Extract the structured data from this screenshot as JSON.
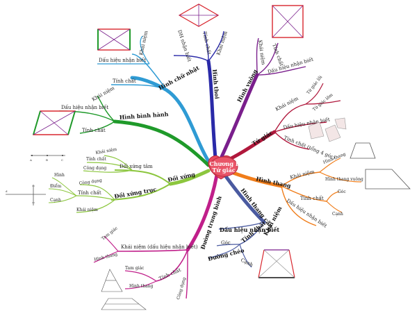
{
  "center": {
    "line1": "Chương I",
    "line2": "Tứ giác"
  },
  "branches": {
    "hinh_chu_nhat": {
      "title": "Hình chữ nhật",
      "khai_niem": "Khái niệm",
      "dau_hieu": "Dấu hiệu nhận biết",
      "tinh_chat": "Tính chất"
    },
    "hinh_thoi": {
      "title": "Hình thoi",
      "dh": "DH nhận biết",
      "tinh_chat": "Tính chất",
      "khai_niem": "Khái niệm"
    },
    "hinh_vuong": {
      "title": "Hình vuông",
      "khai_niem": "Khái niệm",
      "tinh_chat": "Tính chất",
      "dau_hieu": "Dấu hiệu nhận biết"
    },
    "tu_giac": {
      "title": "Tứ giác",
      "khai_niem": "Khái niệm",
      "tu_giac_loi": "Tứ giác lồi",
      "tu_giac_lom": "Tứ giác lõm",
      "dau_hieu": "Dấu hiệu nhận biết",
      "tinh_chat": "Tính chất (tổng 4 góc)"
    },
    "hinh_binh_hanh": {
      "title": "Hình bình hành",
      "khai_niem": "Khái niệm",
      "dau_hieu": "Dấu hiệu nhận biết",
      "tinh_chat": "Tính chất"
    },
    "doi_xung": {
      "title": "Đối xứng",
      "tam": {
        "title": "Đối xứng tâm",
        "khai_niem": "Khái niệm",
        "tinh_chat": "Tính chất",
        "cong_dung": "Công dụng"
      },
      "truc": {
        "title": "Đối xứng trục",
        "cong_dung": "Công dụng",
        "tinh_chat": "Tính chất",
        "hinh": "Hình",
        "diem": "Điểm",
        "canh": "Cạnh",
        "khai_niem": "Khái niệm"
      }
    },
    "hinh_thang": {
      "title": "Hình thang",
      "khai_niem": "Khái niệm",
      "hinh_thang": "Hình thang",
      "hinh_thang_vuong": "Hình thang vuông",
      "tinh_chat": "Tính chất",
      "goc": "Góc",
      "canh": "Cạnh",
      "dau_hieu": "Dấu hiệu nhận biết"
    },
    "hinh_thang_can": {
      "title": "Hình thang cân",
      "dau_hieu": "Dấu hiệu nhận biết",
      "tinh_chat": "Tính chất",
      "khai_niem": "Khái niệm",
      "goc": "Góc",
      "duong_cheo": "Đường chéo",
      "canh": "Cạnh"
    },
    "duong_trung_binh": {
      "title": "Đường trung bình",
      "khai_niem": "Khái niệm (dấu hiệu nhận biết)",
      "tam_giac": "Tam giác",
      "hinh_thang": "Hình thang",
      "tinh_chat": "Tính chất",
      "tam_giac2": "Tam giác",
      "hinh_thang2": "Hình thang",
      "cong_dung": "Công dụng"
    }
  },
  "figure_labels": {
    "a": "A",
    "b": "B",
    "c": "C",
    "d": "d"
  },
  "colors": {
    "hinh_chu_nhat": "#2f9bd4",
    "hinh_thoi": "#2a2aa8",
    "hinh_vuong": "#7a1f8c",
    "tu_giac": "#b0183c",
    "hinh_binh_hanh": "#1f9a2a",
    "doi_xung": "#8cc63e",
    "hinh_thang": "#f07d1a",
    "hinh_thang_can": "#4a5aa0",
    "duong_trung_binh": "#c01f8a",
    "center": "#e84a5f"
  }
}
